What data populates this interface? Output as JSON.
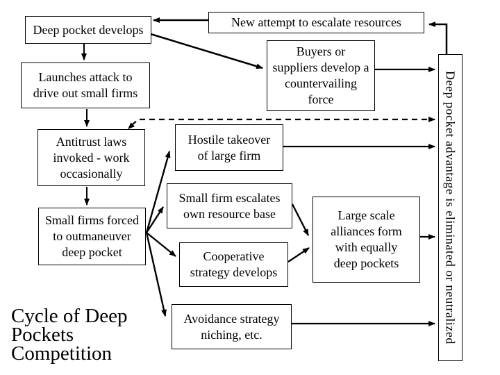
{
  "diagram": {
    "title": "Cycle of Deep\nPockets\nCompetition",
    "nodes": {
      "deep_pocket_develops": "Deep pocket develops",
      "new_attempt": "New attempt to escalate resources",
      "buyers_suppliers": "Buyers or\nsuppliers develop a\ncountervailing\nforce",
      "launches_attack": "Launches attack to\ndrive out small firms",
      "antitrust_laws": "Antitrust laws\ninvoked - work\noccasionally",
      "hostile_takeover": "Hostile takeover\nof large firm",
      "small_firm_escalates": "Small firm escalates\nown resource base",
      "small_firms_forced": "Small firms forced\nto outmaneuver\ndeep pocket",
      "cooperative_strategy": "Cooperative\nstrategy develops",
      "large_scale_alliances": "Large scale\nalliances form\nwith equally\ndeep pockets",
      "avoidance_strategy": "Avoidance strategy\nniching, etc.",
      "outcome": "Deep pocket advantage is eliminated or neutralized"
    },
    "colors": {
      "line": "#000000",
      "background": "#ffffff",
      "box_fill": "#ffffff",
      "text": "#000000"
    }
  }
}
